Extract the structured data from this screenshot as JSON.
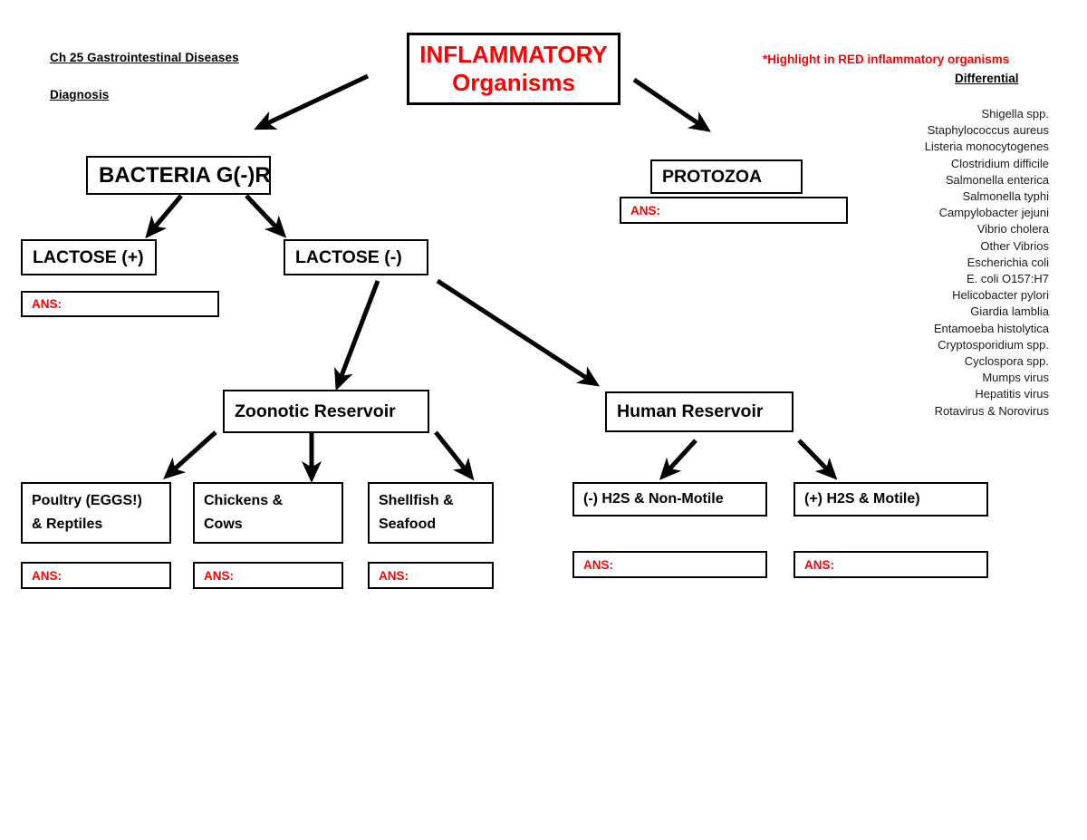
{
  "header": {
    "chapter": "Ch 25 Gastrointestinal  Diseases",
    "subtitle": "Diagnosis",
    "highlight_note": "*Highlight in RED inflammatory organisms",
    "differential_title": "Differential "
  },
  "title_box": {
    "line1": "INFLAMMATORY",
    "line2": "Organisms"
  },
  "nodes": {
    "bacteria": "BACTERIA G(-)R",
    "protozoa": "PROTOZOA",
    "lactose_pos": "LACTOSE (+)",
    "lactose_neg": "LACTOSE (-)",
    "zoonotic": "Zoonotic Reservoir",
    "human": "Human Reservoir",
    "poultry_l1": "Poultry (EGGS!)",
    "poultry_l2": "& Reptiles",
    "chickens_l1": "Chickens &",
    "chickens_l2": "Cows",
    "shellfish_l1": "Shellfish &",
    "shellfish_l2": "Seafood",
    "h2s_neg": "(-) H2S & Non-Motile",
    "h2s_pos": "(+) H2S & Motile)"
  },
  "answers": {
    "protozoa": "ANS:",
    "lactose_pos": "ANS:",
    "poultry": "ANS:",
    "chickens": "ANS:",
    "shellfish": "ANS:",
    "h2s_neg": "ANS:",
    "h2s_pos": "ANS:"
  },
  "differential": {
    "items": [
      "Shigella spp.",
      "Staphylococcus aureus",
      "Listeria monocytogenes",
      "Clostridium difficile",
      "Salmonella enterica",
      "Salmonella typhi",
      "Campylobacter jejuni",
      "Vibrio cholera",
      "Other Vibrios",
      "Escherichia coli",
      "E. coli O157:H7",
      "Helicobacter pylori",
      "Giardia lamblia",
      "Entamoeba histolytica",
      "Cryptosporidium spp.",
      "Cyclospora spp.",
      "Mumps virus",
      "Hepatitis virus",
      "Rotavirus & Norovirus"
    ]
  },
  "colors": {
    "accent_red": "#ff0000",
    "stroke_black": "#000000",
    "background": "#ffffff"
  }
}
